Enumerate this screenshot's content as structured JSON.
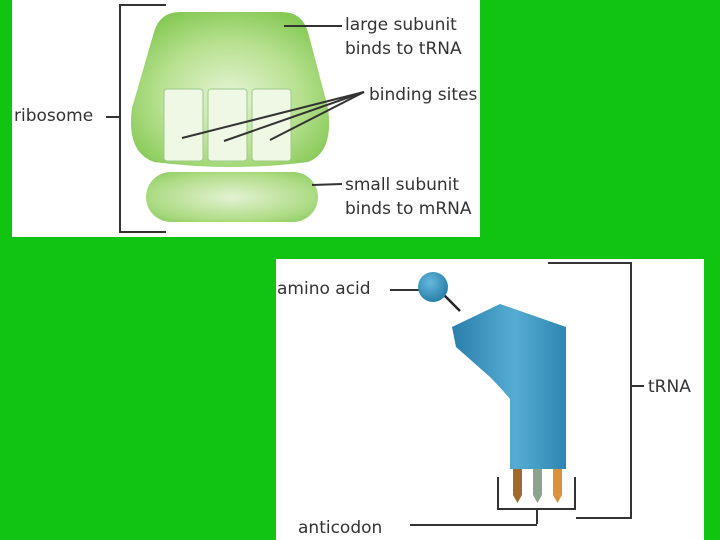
{
  "ribosome": {
    "label": "ribosome",
    "large_subunit_line1": "large subunit",
    "large_subunit_line2": "binds to tRNA",
    "binding_sites": "binding sites",
    "small_subunit_line1": "small subunit",
    "small_subunit_line2": "binds to mRNA"
  },
  "trna": {
    "amino_acid": "amino acid",
    "label": "tRNA",
    "anticodon": "anticodon"
  },
  "colors": {
    "background": "#11c411",
    "ribosome_green": "#8ccf5c",
    "trna_blue": "#3f9cc8",
    "anticodon_brown": "#a06a2e",
    "anticodon_gray_green": "#8aa58c",
    "anticodon_orange": "#d9913a"
  }
}
